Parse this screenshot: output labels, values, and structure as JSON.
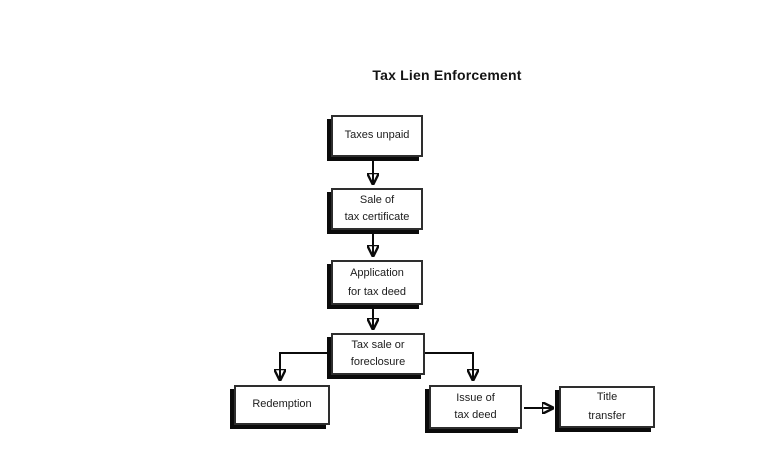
{
  "title": "Tax Lien Enforcement",
  "diagram": {
    "type": "flowchart",
    "nodes": [
      {
        "id": "taxes-unpaid",
        "lines": [
          "Taxes unpaid"
        ]
      },
      {
        "id": "sale-of-tax-certificate",
        "lines": [
          "Sale of",
          "tax certificate"
        ]
      },
      {
        "id": "application-for-tax-deed",
        "lines": [
          "Application",
          "for tax deed"
        ]
      },
      {
        "id": "tax-sale-or-foreclosure",
        "lines": [
          "Tax sale or",
          "foreclosure"
        ]
      },
      {
        "id": "redemption",
        "lines": [
          "Redemption"
        ]
      },
      {
        "id": "issue-of-tax-deed",
        "lines": [
          "Issue of",
          "tax deed"
        ]
      },
      {
        "id": "title-transfer",
        "lines": [
          "Title",
          "transfer"
        ]
      }
    ],
    "edges": [
      {
        "from": "taxes-unpaid",
        "to": "sale-of-tax-certificate"
      },
      {
        "from": "sale-of-tax-certificate",
        "to": "application-for-tax-deed"
      },
      {
        "from": "application-for-tax-deed",
        "to": "tax-sale-or-foreclosure"
      },
      {
        "from": "tax-sale-or-foreclosure",
        "to": "redemption"
      },
      {
        "from": "tax-sale-or-foreclosure",
        "to": "issue-of-tax-deed"
      },
      {
        "from": "issue-of-tax-deed",
        "to": "title-transfer"
      }
    ],
    "colors": {
      "background": "#ffffff",
      "box_fill": "#ffffff",
      "box_border": "#2e2e2e",
      "box_shadow": "#0b0b0b",
      "connector": "#0b0b0b",
      "text": "#1c1c1c",
      "title_text": "#141414"
    }
  }
}
